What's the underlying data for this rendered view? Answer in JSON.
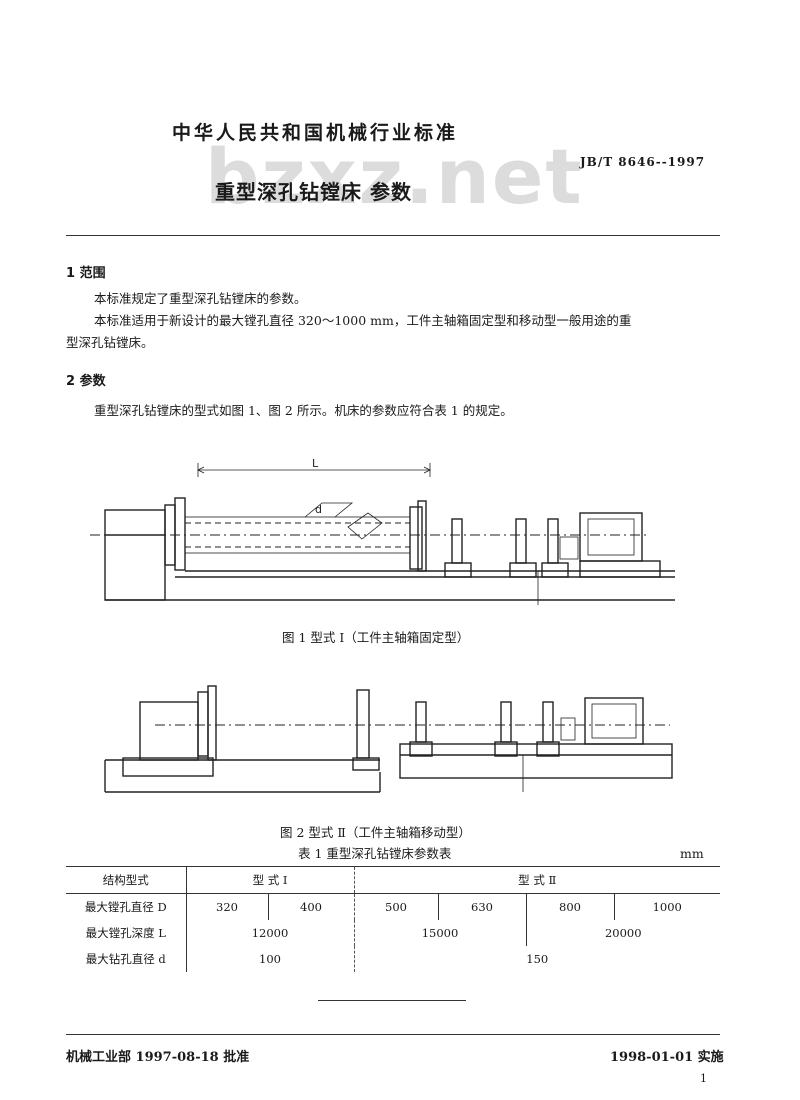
{
  "header": {
    "standard_title": "中华人民共和国机械行业标准",
    "code": "JB/T  8646--1997",
    "doc_title": "重型深孔钻镗床    参数",
    "watermark": "bzxz.net"
  },
  "section1": {
    "heading": "1   范围",
    "paragraphs": [
      "本标准规定了重型深孔钻镗床的参数。",
      "本标准适用于新设计的最大镗孔直径 320～1000 mm，工件主轴箱固定型和移动型一般用途的重",
      "型深孔钻镗床。"
    ]
  },
  "section2": {
    "heading": "2   参数",
    "paragraph": "重型深孔钻镗床的型式如图 1、图 2 所示。机床的参数应符合表 1 的规定。"
  },
  "figure1": {
    "label_L": "L",
    "label_d": "d",
    "caption": "图 1   型式 Ⅰ（工件主轴箱固定型）"
  },
  "figure2": {
    "caption": "图 2   型式 Ⅱ（工件主轴箱移动型）"
  },
  "table1": {
    "caption": "表 1    重型深孔钻镗床参数表",
    "unit": "mm",
    "col_header": "结构型式",
    "type1": "型   式   Ⅰ",
    "type2": "型   式   Ⅱ",
    "rows": [
      {
        "label": "最大镗孔直径 D",
        "values": [
          "320",
          "400",
          "500",
          "630",
          "800",
          "1000"
        ]
      },
      {
        "label": "最大镗孔深度 L",
        "values": [
          "12000",
          "15000",
          "20000"
        ]
      },
      {
        "label": "最大钻孔直径 d",
        "values": [
          "100",
          "150"
        ]
      }
    ]
  },
  "footer": {
    "issued": "机械工业部 1997-08-18 批准",
    "effective": "1998-01-01 实施",
    "page": "1"
  }
}
